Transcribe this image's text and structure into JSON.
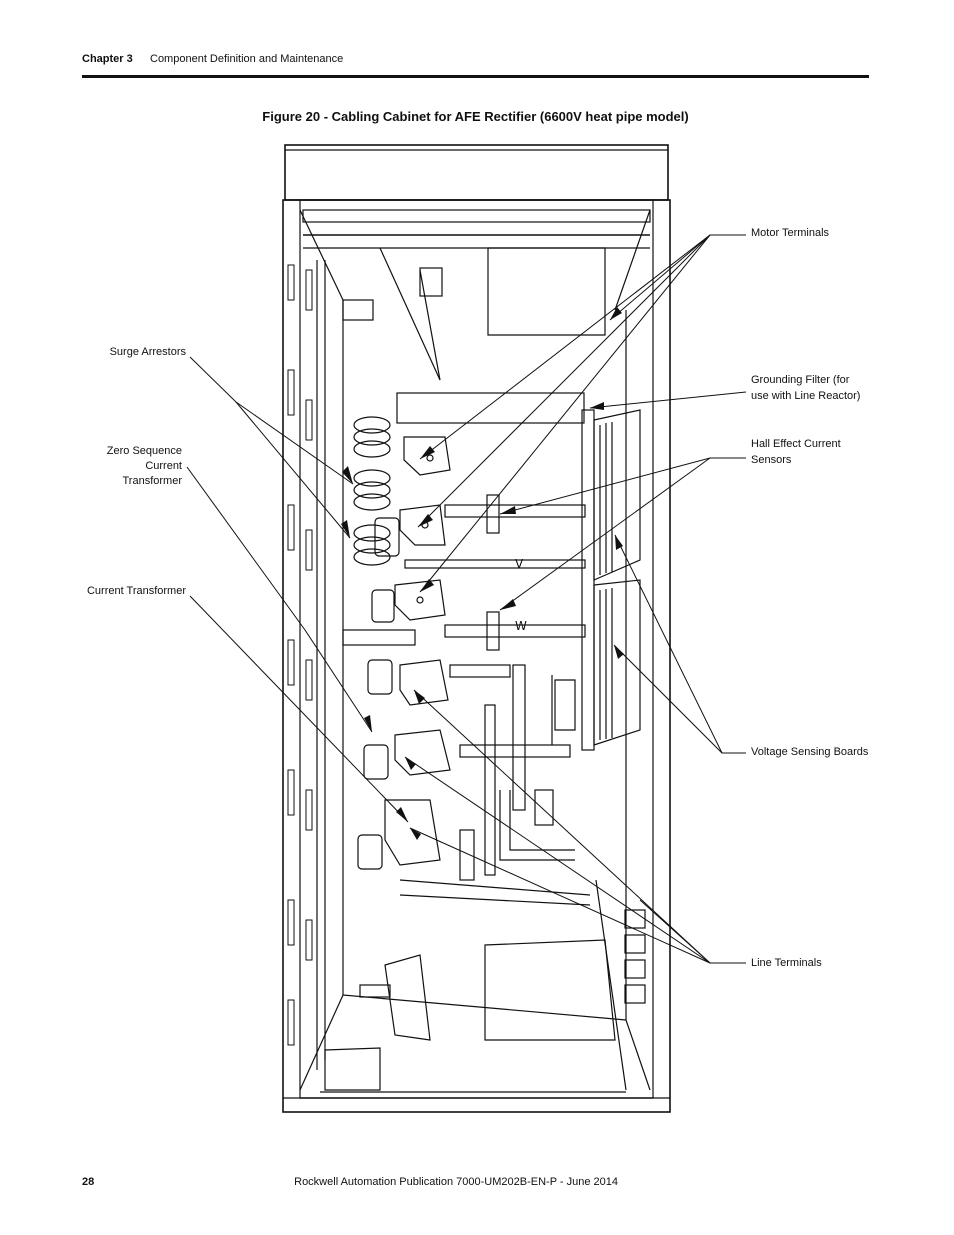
{
  "header": {
    "chapter": "Chapter 3",
    "section": "Component Definition and Maintenance"
  },
  "figure": {
    "title": "Figure 20 - Cabling Cabinet for AFE Rectifier (6600V heat pipe model)",
    "callouts_left": {
      "surge_arrestors": "Surge Arrestors",
      "zero_sequence_line1": "Zero Sequence",
      "zero_sequence_line2": "Current",
      "zero_sequence_line3": "Transformer",
      "current_transformer": "Current Transformer"
    },
    "callouts_right": {
      "motor_terminals": "Motor Terminals",
      "grounding_filter_line1": "Grounding Filter (for",
      "grounding_filter_line2": "use with Line Reactor)",
      "hall_effect_line1": "Hall Effect Current",
      "hall_effect_line2": "Sensors",
      "voltage_sensing": "Voltage Sensing Boards",
      "line_terminals": "Line Terminals"
    },
    "phase_marks": [
      "V",
      "W"
    ]
  },
  "footer": {
    "page_number": "28",
    "publication": "Rockwell Automation Publication 7000-UM202B-EN-P - June 2014"
  }
}
